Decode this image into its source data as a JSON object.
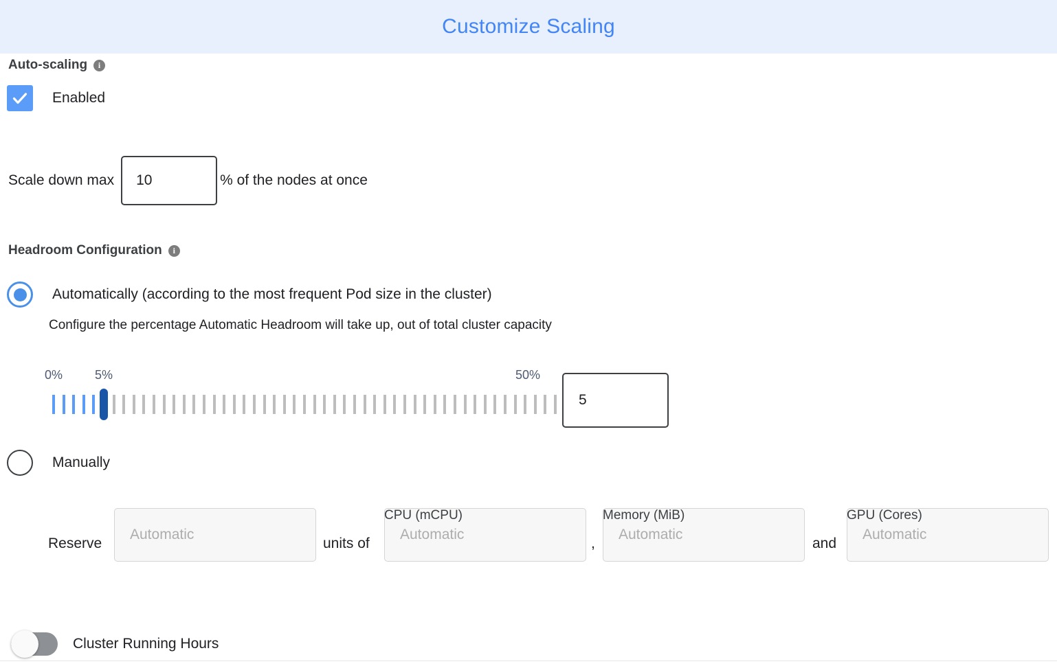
{
  "header": {
    "title": "Customize Scaling",
    "accent_color": "#4285f4",
    "background_color": "#e8f0fe"
  },
  "auto_scaling": {
    "section_label": "Auto-scaling",
    "info_icon": "info-icon",
    "info_glyph": "i",
    "enabled_label": "Enabled",
    "enabled_checked": true,
    "checkbox_color": "#5b9cf8",
    "scale_down": {
      "prefix_label": "Scale down max",
      "value": "10",
      "suffix_label": "% of the nodes at once"
    }
  },
  "headroom": {
    "section_label": "Headroom Configuration",
    "info_icon": "info-icon",
    "info_glyph": "i",
    "option_automatic": {
      "label": "Automatically (according to the most frequent Pod size in the cluster)",
      "selected": true,
      "description": "Configure the percentage Automatic Headroom will take up, out of total cluster capacity"
    },
    "slider": {
      "min_label": "0%",
      "max_label": "50%",
      "value_label": "5%",
      "min": 0,
      "max": 50,
      "value": 5,
      "tick_count": 51,
      "active_color": "#5b9cf8",
      "inactive_color": "#bdbdbd",
      "thumb_color": "#1a56a8",
      "value_input": "5"
    },
    "option_manual": {
      "label": "Manually",
      "selected": false
    },
    "reserve": {
      "reserve_label": "Reserve",
      "units_of_label": "units of",
      "comma_label": ",",
      "and_label": "and",
      "units_placeholder": "Automatic",
      "columns": [
        {
          "header": "CPU (mCPU)",
          "placeholder": "Automatic",
          "value": ""
        },
        {
          "header": "Memory (MiB)",
          "placeholder": "Automatic",
          "value": ""
        },
        {
          "header": "GPU (Cores)",
          "placeholder": "Automatic",
          "value": ""
        }
      ]
    }
  },
  "cluster_running_hours": {
    "label": "Cluster Running Hours",
    "enabled": false
  }
}
